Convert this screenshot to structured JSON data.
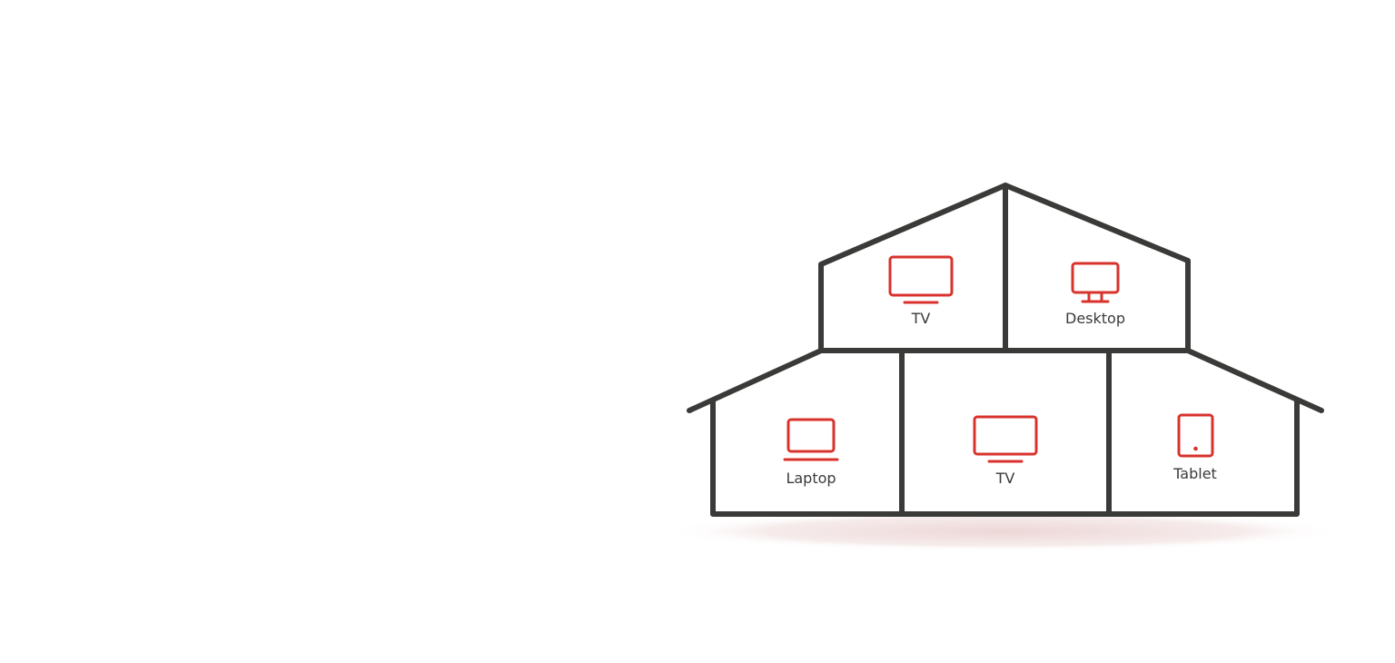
{
  "colors": {
    "house_stroke": "#3a3a38",
    "device_stroke": "#d8322c",
    "label_text": "#3a3a3a",
    "shadow": "#efdada"
  },
  "rooms": {
    "upper_left": {
      "icon": "tv-icon",
      "label": "TV"
    },
    "upper_right": {
      "icon": "desktop-icon",
      "label": "Desktop"
    },
    "lower_left": {
      "icon": "laptop-icon",
      "label": "Laptop"
    },
    "lower_middle": {
      "icon": "tv-icon",
      "label": "TV"
    },
    "lower_right": {
      "icon": "tablet-icon",
      "label": "Tablet"
    }
  }
}
